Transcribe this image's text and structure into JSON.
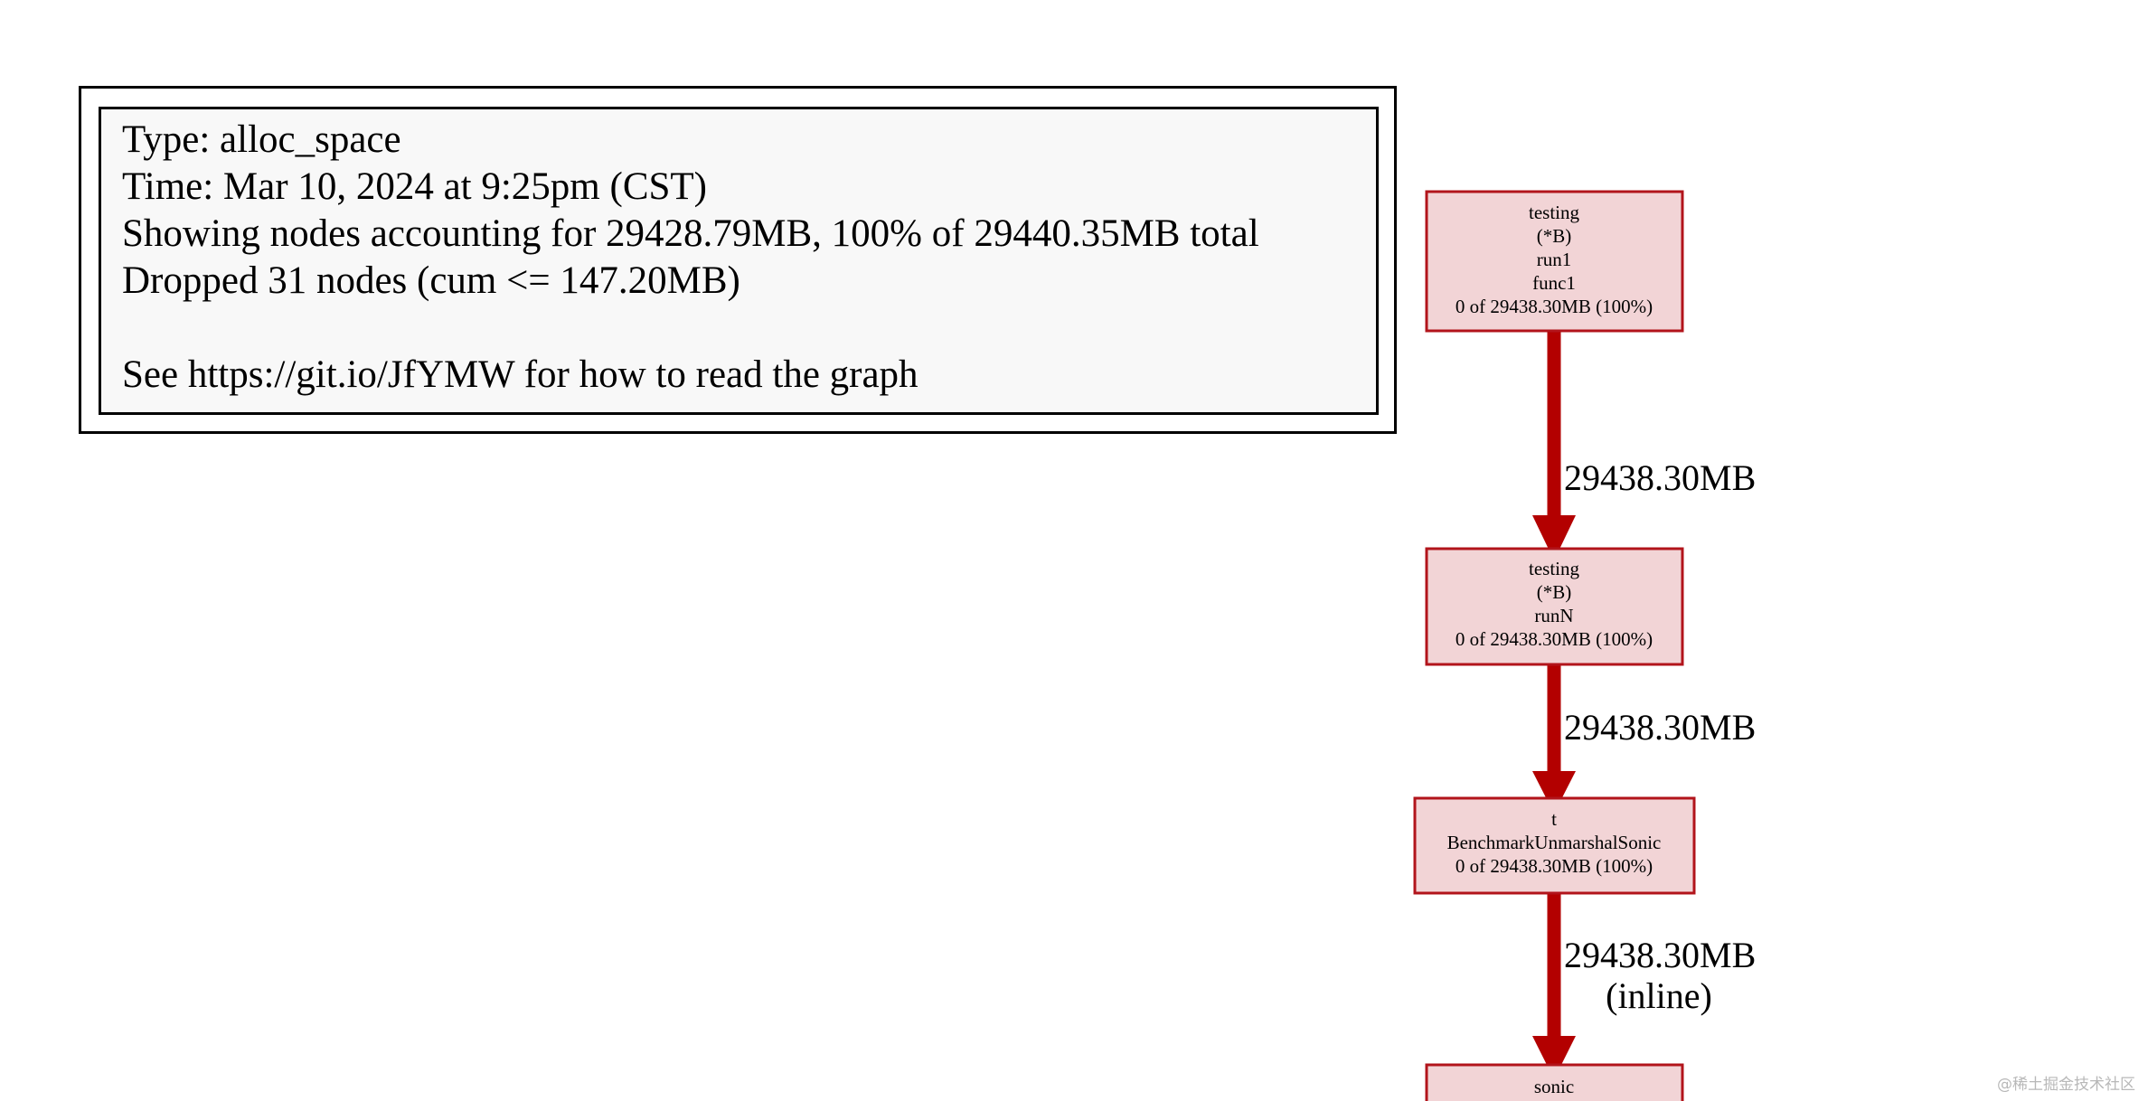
{
  "legend": {
    "lines": [
      "Type: alloc_space",
      "Time: Mar 10, 2024 at 9:25pm (CST)",
      "Showing nodes accounting for 29428.79MB, 100% of 29440.35MB total",
      "Dropped 31 nodes (cum <= 147.20MB)",
      "See https://git.io/JfYMW for how to read the graph"
    ]
  },
  "nodes": [
    {
      "id": "n1",
      "lines": [
        "testing",
        "(*B)",
        "run1",
        "func1",
        "0 of 29438.30MB (100%)"
      ]
    },
    {
      "id": "n2",
      "lines": [
        "testing",
        "(*B)",
        "runN",
        "0 of 29438.30MB (100%)"
      ]
    },
    {
      "id": "n3",
      "lines": [
        "t",
        "BenchmarkUnmarshalSonic",
        "0 of 29438.30MB (100%)"
      ]
    },
    {
      "id": "n4",
      "lines": [
        "sonic"
      ]
    }
  ],
  "edges": [
    {
      "from": "n1",
      "to": "n2",
      "lines": [
        "29438.30MB"
      ]
    },
    {
      "from": "n2",
      "to": "n3",
      "lines": [
        "29438.30MB"
      ]
    },
    {
      "from": "n3",
      "to": "n4",
      "lines": [
        "29438.30MB",
        "(inline)"
      ]
    }
  ],
  "colors": {
    "node_fill": "#f2d4d6",
    "node_border": "#b2141b",
    "edge": "#b30000",
    "legend_fill": "#f8f8f8"
  },
  "watermark": "@稀土掘金技术社区"
}
